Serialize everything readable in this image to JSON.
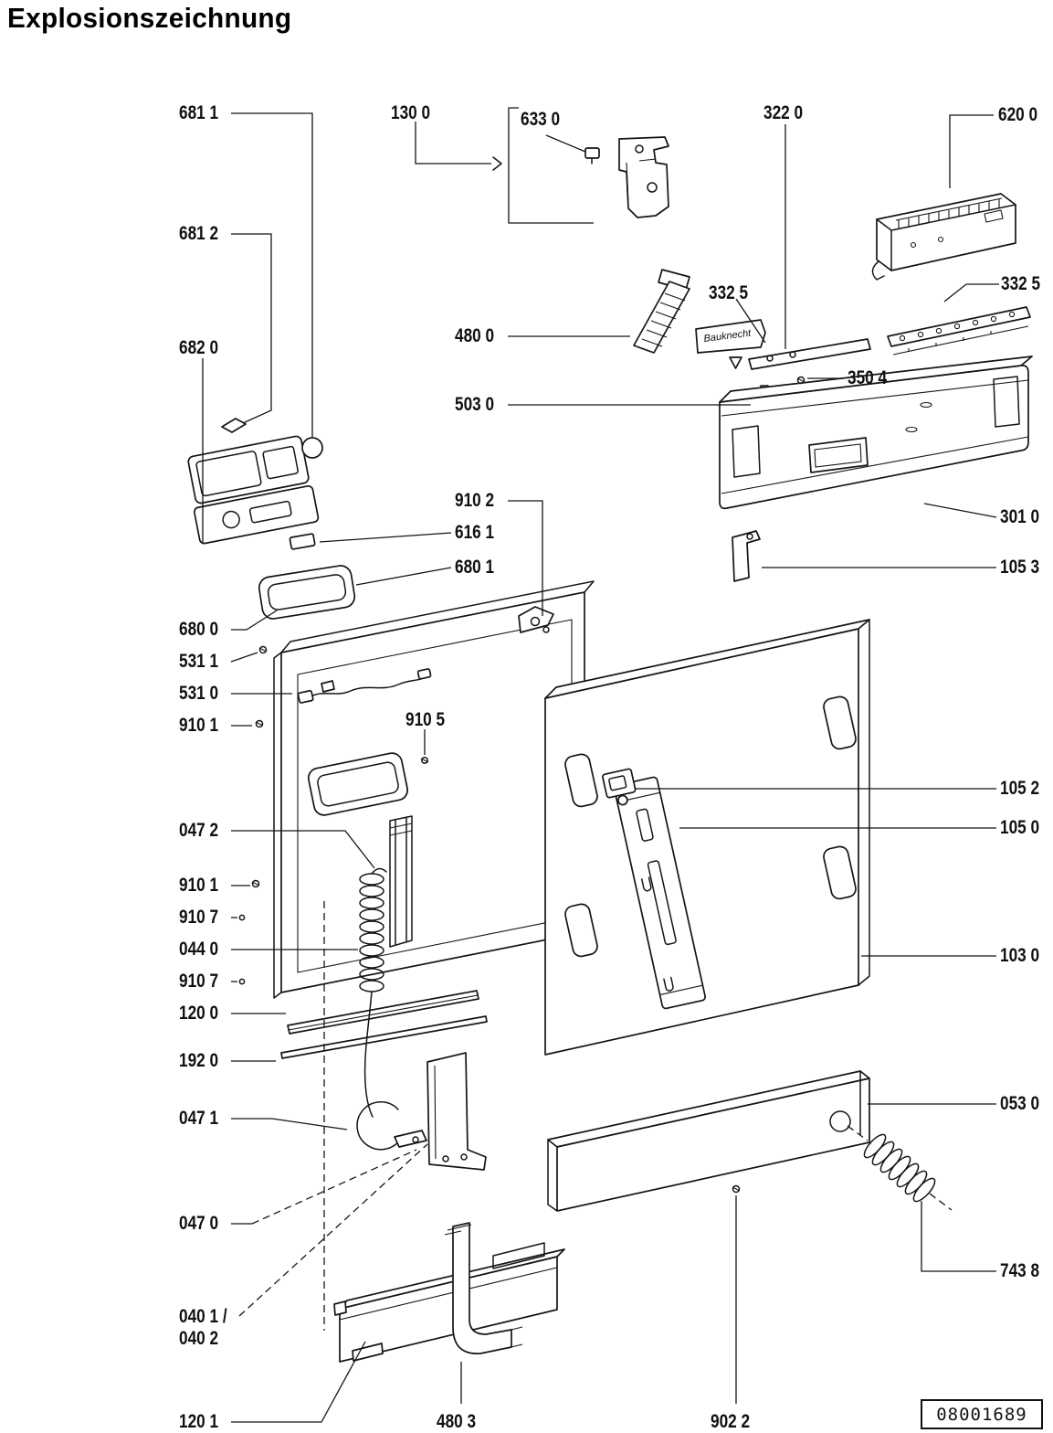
{
  "page": {
    "title": "Explosionszeichnung",
    "doc_number": "08001689",
    "brand_flag": "Bauknecht"
  },
  "labels": [
    {
      "text": "681 1"
    },
    {
      "text": "681 2"
    },
    {
      "text": "682 0"
    },
    {
      "text": "680 0"
    },
    {
      "text": "531 1"
    },
    {
      "text": "531 0"
    },
    {
      "text": "910 1"
    },
    {
      "text": "047 2"
    },
    {
      "text": "910 1"
    },
    {
      "text": "910 7"
    },
    {
      "text": "044 0"
    },
    {
      "text": "910 7"
    },
    {
      "text": "120 0"
    },
    {
      "text": "192 0"
    },
    {
      "text": "047 1"
    },
    {
      "text": "047 0"
    },
    {
      "text": "040 1 /"
    },
    {
      "text": "040 2"
    },
    {
      "text": "120 1"
    },
    {
      "text": "130 0"
    },
    {
      "text": "633 0"
    },
    {
      "text": "480 0"
    },
    {
      "text": "503 0"
    },
    {
      "text": "910 2"
    },
    {
      "text": "616 1"
    },
    {
      "text": "680 1"
    },
    {
      "text": "910 5"
    },
    {
      "text": "322 0"
    },
    {
      "text": "332 5"
    },
    {
      "text": "350 4"
    },
    {
      "text": "620 0"
    },
    {
      "text": "332 5"
    },
    {
      "text": "301 0"
    },
    {
      "text": "105 3"
    },
    {
      "text": "105 2"
    },
    {
      "text": "105 0"
    },
    {
      "text": "103 0"
    },
    {
      "text": "053 0"
    },
    {
      "text": "743 8"
    },
    {
      "text": "480 3"
    },
    {
      "text": "902 2"
    }
  ]
}
